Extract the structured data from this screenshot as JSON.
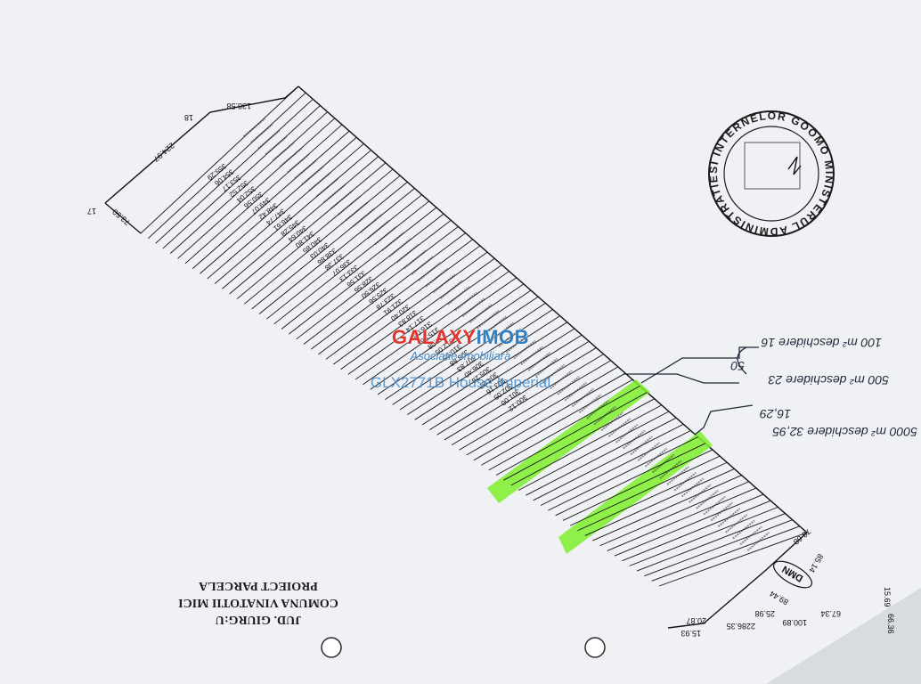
{
  "document": {
    "title_lines": [
      "PROIECT PARCELA",
      "COMUNA VINATOTII MICI",
      "JUD. GIURG:U"
    ]
  },
  "watermark": {
    "brand_left": "GALAXY",
    "brand_right": "IMOB",
    "tagline": "Asociatie Imobiliara",
    "listing_id": "GLX2771B House Imperial"
  },
  "stamp": {
    "ring_text": "SI INTERNELOR GOOMO MINISTERUL ADMINISTRATIEI"
  },
  "handwritten_notes": {
    "note_1": "100 m² deschidere 16",
    "note_2": "500 m² deschidere 23",
    "note_bracket": "50",
    "note_3": "5000 m² deschidere 32,95",
    "note_4": "16,29"
  },
  "boundary": {
    "left_edge_top": "138.58",
    "corner_top": "18",
    "top_side_length": "224.97",
    "corner_left": "17",
    "left_side_length": "73.50",
    "right_bottom_a": "78.68",
    "right_bottom_b": "85.14",
    "right_bottom_c": "15.69",
    "right_bottom_d": "66.36",
    "bottom_1": "20.87",
    "bottom_2": "2286.35",
    "bottom_3": "15.93",
    "bottom_4": "25.98",
    "bottom_5": "100.89",
    "bottom_6": "67.34",
    "road_label": "DMN",
    "road_width": "89.44"
  },
  "parcel_area_labels": [
    "355.29",
    "354.06",
    "353.17",
    "352.52",
    "352.04",
    "350.56",
    "349.07",
    "348.42",
    "347.74",
    "346.61",
    "345.28",
    "340.64",
    "341.80",
    "340.85",
    "340.03",
    "338.86",
    "337.38",
    "336.07",
    "333.13",
    "331.56",
    "328.56",
    "326.50",
    "325.56",
    "323.78",
    "321.91",
    "320.40",
    "318.83",
    "317.14",
    "316.00",
    "315.98",
    "314.08",
    "312.05",
    "310.65",
    "308.88",
    "307.83",
    "306.40",
    "305.26",
    "304.27",
    "303.16",
    "302.05",
    "301.00",
    "300.12"
  ],
  "highlights": {
    "color": "#7cf02a"
  }
}
